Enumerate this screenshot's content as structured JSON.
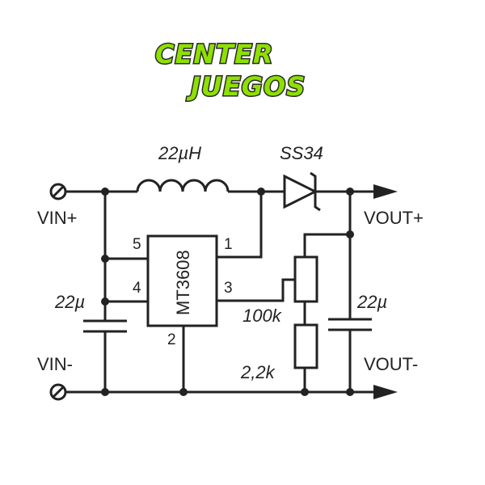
{
  "logo": {
    "line1": "CENTER",
    "line2": "JUEGOS",
    "color": "#8ee000"
  },
  "components": {
    "inductor": "22µH",
    "diode": "SS34",
    "ic": "MT3608",
    "input_cap": "22µ",
    "output_cap": "22µ",
    "r_top": "100k",
    "r_bottom": "2,2k"
  },
  "pins": {
    "p1": "1",
    "p2": "2",
    "p3": "3",
    "p4": "4",
    "p5": "5"
  },
  "terminals": {
    "vin_pos": "VIN+",
    "vin_neg": "VIN-",
    "vout_pos": "VOUT+",
    "vout_neg": "VOUT-"
  }
}
